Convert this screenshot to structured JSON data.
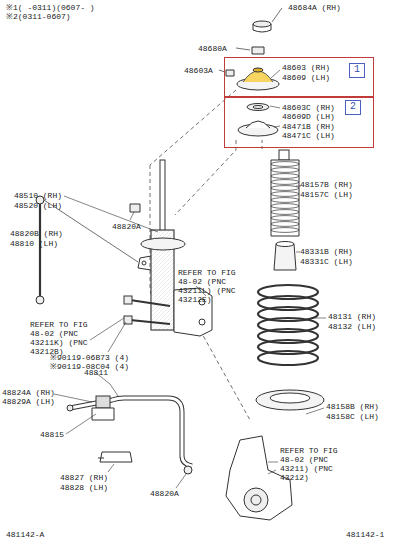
{
  "diagram": {
    "nodes": [
      {
        "text": [
          "48603 (RH)",
          "48609 (LH)"
        ]
      },
      {
        "text": [
          "1"
        ],
        "in": 0
      },
      {
        "text": [
          "48603C (RH)",
          "48609D (LH)",
          "48471B (RH)",
          "48471C (LH)"
        ]
      },
      {
        "text": [
          "2"
        ],
        "in": 2
      }
    ],
    "labels": [
      "※1( -0311)(0607- )",
      "※2(0311-0607)",
      "48684A (RH)",
      "48680A",
      "48603A",
      "48510 (RH)",
      "48520 (LH)",
      "48157B (RH)",
      "48157C (LH)",
      "48820B (RH)",
      "48810 (LH)",
      "48820A",
      "48331B (RH)",
      "48331C (LH)",
      "REFER TO FIG 48-02 (PNC 43211L) (PNC 43212E)",
      "48131 (RH)",
      "48132 (LH)",
      "REFER TO FIG 48-02 (PNC 43211K) (PNC 43212B)",
      "※90119-06B73 (4)",
      "※90119-08C04 (4)",
      "48811",
      "48824A (RH)",
      "48829A (LH)",
      "48158B (RH)",
      "48158C (LH)",
      "48815",
      "REFER TO FIG 48-02 (PNC 43211) (PNC 43212)",
      "48827 (RH)",
      "48828 (LH)",
      "48820A",
      "481142-A",
      "481142-1"
    ]
  }
}
